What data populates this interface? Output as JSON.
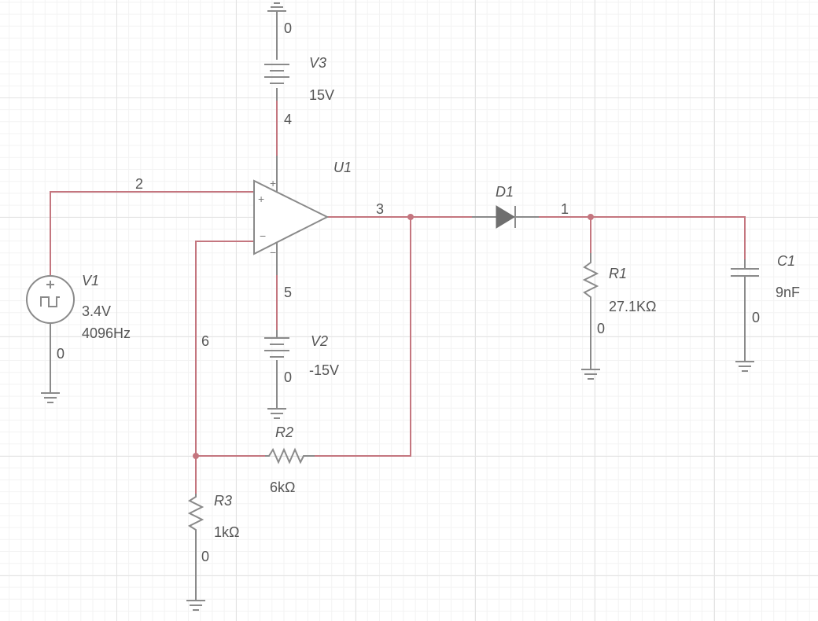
{
  "components": {
    "V1": {
      "ref": "V1",
      "amplitude": "3.4V",
      "frequency": "4096Hz"
    },
    "V2": {
      "ref": "V2",
      "value": "-15V"
    },
    "V3": {
      "ref": "V3",
      "value": "15V"
    },
    "U1": {
      "ref": "U1"
    },
    "D1": {
      "ref": "D1"
    },
    "R1": {
      "ref": "R1",
      "value": "27.1KΩ"
    },
    "R2": {
      "ref": "R2",
      "value": "6kΩ"
    },
    "R3": {
      "ref": "R3",
      "value": "1kΩ"
    },
    "C1": {
      "ref": "C1",
      "value": "9nF"
    }
  },
  "nodes": {
    "n0": "0",
    "n1": "1",
    "n2": "2",
    "n3": "3",
    "n4": "4",
    "n5": "5",
    "n6": "6"
  },
  "opamp_signs": {
    "plus": "+",
    "minus": "−"
  },
  "colors": {
    "wire": "#c4767f",
    "component": "#8a8a8a",
    "grid": "#e3e3e3"
  }
}
